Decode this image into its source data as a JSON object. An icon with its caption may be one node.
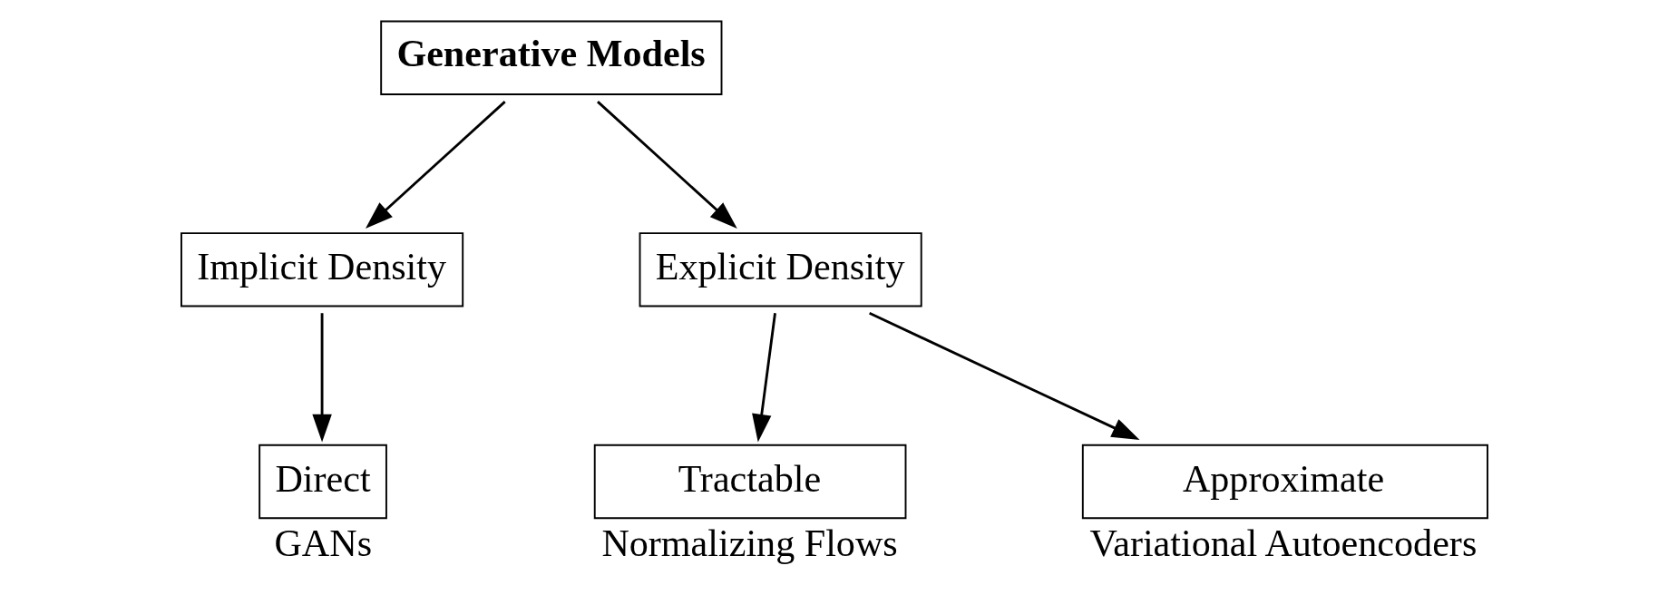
{
  "diagram": {
    "nodes": [
      {
        "text": [
          "Generative Models"
        ]
      },
      {
        "text": [
          "Implicit Density"
        ]
      },
      {
        "text": [
          "Explicit Density"
        ]
      },
      {
        "text": [
          "Direct"
        ],
        "beside": [
          "GANs"
        ]
      },
      {
        "text": [
          "Tractable"
        ],
        "beside": [
          "Normalizing Flows"
        ]
      },
      {
        "text": [
          "Approximate"
        ],
        "beside": [
          "Variational Autoencoders"
        ]
      }
    ],
    "edges": [
      {
        "from": 0,
        "to": 1,
        "arrow": "to"
      },
      {
        "from": 0,
        "to": 2,
        "arrow": "to"
      },
      {
        "from": 1,
        "to": 3,
        "arrow": "to"
      },
      {
        "from": 2,
        "to": 4,
        "arrow": "to"
      },
      {
        "from": 2,
        "to": 5,
        "arrow": "to"
      }
    ]
  }
}
